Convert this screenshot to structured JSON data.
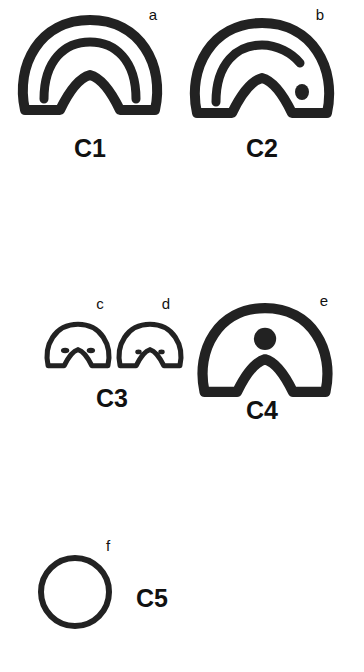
{
  "diagram": {
    "labels": [
      "a",
      "C1",
      "b",
      "C2",
      "c",
      "d",
      "C3",
      "e",
      "C4",
      "f",
      "C5"
    ]
  }
}
